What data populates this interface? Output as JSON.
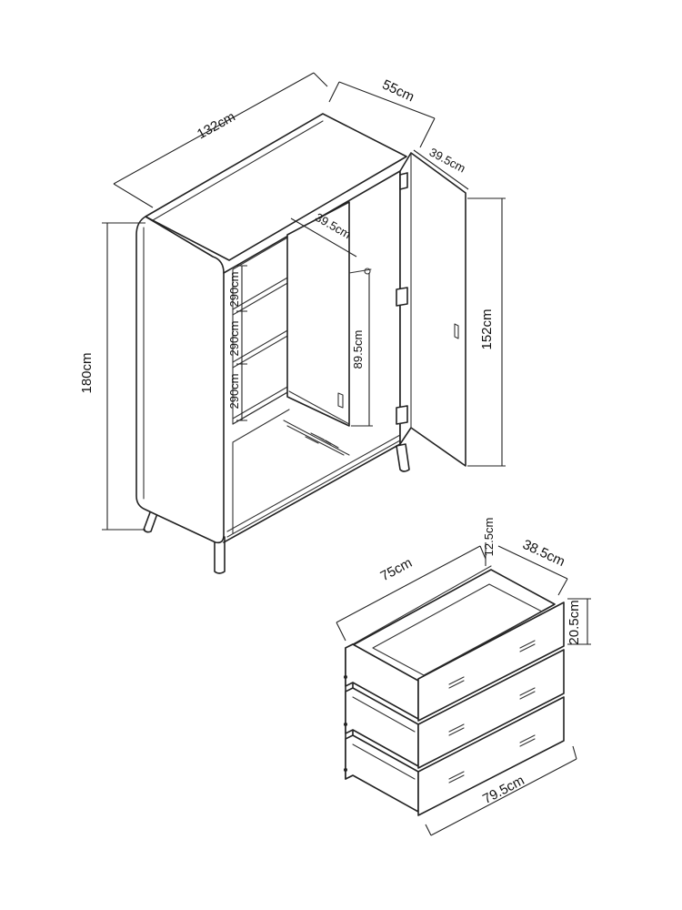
{
  "wardrobe": {
    "width": "132cm",
    "depth": "55cm",
    "height": "180cm",
    "door_height": "152cm",
    "door_width": "39.5cm",
    "inner_depth": "39.5cm",
    "hanging_height": "89.5cm",
    "shelf_gap_1": "290cm",
    "shelf_gap_2": "290cm",
    "shelf_gap_3": "290cm"
  },
  "chest": {
    "inner_width": "75cm",
    "drawer_inner_height": "12.5cm",
    "inner_depth": "38.5cm",
    "drawer_front_height": "20.5cm",
    "total_width": "79.5cm"
  }
}
